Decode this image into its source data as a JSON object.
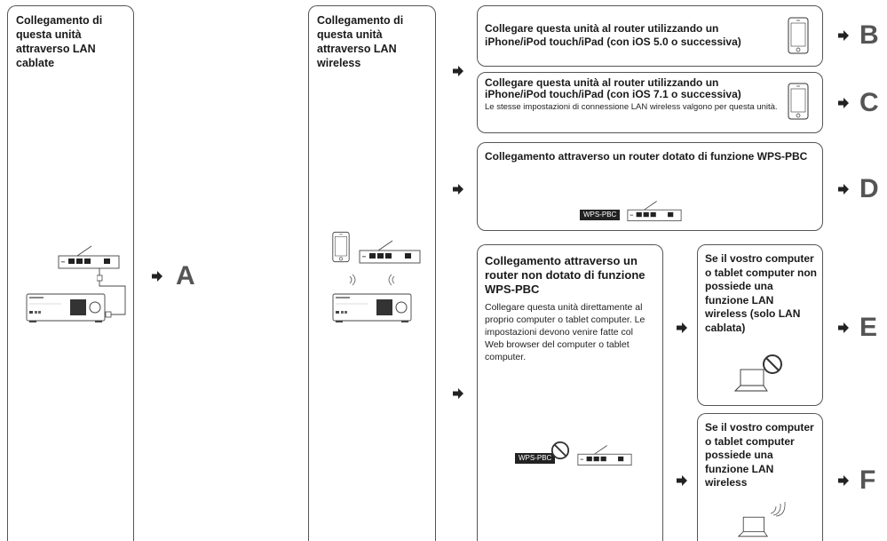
{
  "panels": {
    "wired": {
      "title": "Collegamento di questa unità attraverso LAN cablate",
      "target_letter": "A"
    },
    "wireless": {
      "title": "Collegamento di questa unità attraverso LAN wireless"
    },
    "B": {
      "title": "Collegare questa unità al router utilizzando un iPhone/iPod touch/iPad (con iOS 5.0 o successiva)",
      "letter": "B"
    },
    "C": {
      "title": "Collegare questa unità al router utilizzando un iPhone/iPod touch/iPad (con iOS 7.1 o successiva)",
      "body": "Le stesse impostazioni di connessione LAN wireless valgono per questa unità.",
      "letter": "C"
    },
    "D": {
      "title": "Collegamento attraverso un router dotato di funzione WPS-PBC",
      "tag": "WPS-PBC",
      "letter": "D"
    },
    "noWPS": {
      "title": "Collegamento attraverso un router non dotato di funzione WPS-PBC",
      "body": "Collegare questa unità direttamente al proprio computer o tablet computer. Le impostazioni devono venire fatte col Web browser del computer o tablet computer.",
      "tag": "WPS-PBC"
    },
    "E": {
      "title": "Se il vostro computer o tablet computer non possiede una funzione LAN wireless (solo LAN cablata)",
      "letter": "E"
    },
    "F": {
      "title": "Se il vostro computer o tablet computer possiede una funzione LAN wireless",
      "letter": "F"
    }
  }
}
